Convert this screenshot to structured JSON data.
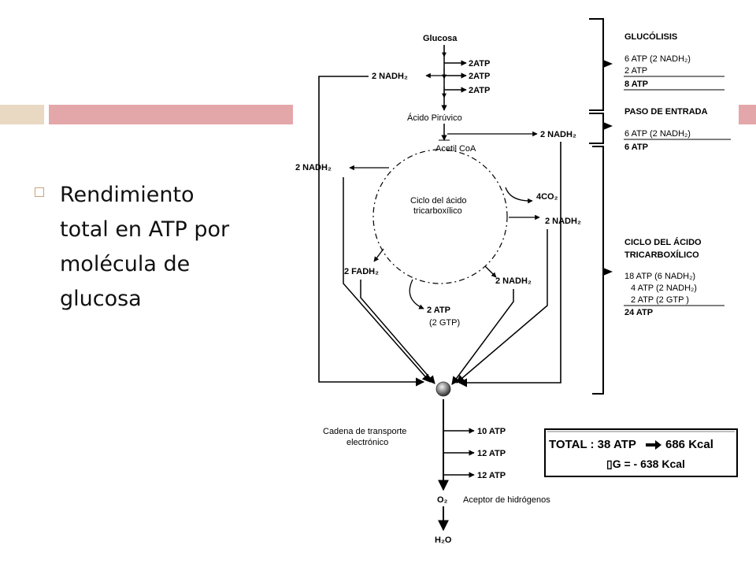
{
  "slide": {
    "lines": [
      "Rendimiento",
      "total en ATP por",
      "molécula de",
      "glucosa"
    ]
  },
  "colors": {
    "band_beige": "#e9d9c3",
    "band_rose": "#e4a7a9",
    "bullet": "#c9a27a"
  },
  "diagram": {
    "glucosa": "Glucosa",
    "atp_2_a": "2ATP",
    "atp_2_b": "2ATP",
    "atp_2_c": "2ATP",
    "nadh_glyc": "2 NADH₂",
    "piruvico": "Ácido Pirúvico",
    "nadh_entry": "2 NADH₂",
    "acetil": "Acetil CoA",
    "nadh_left": "2 NADH₂",
    "ciclo_1": "Ciclo del ácido",
    "ciclo_2": "tricarboxílico",
    "co2": "4CO₂",
    "nadh_right": "2 NADH₂",
    "fadh": "2 FADH₂",
    "nadh_bottom": "2 NADH₂",
    "atp_gtp": "2 ATP",
    "gtp": "(2 GTP)",
    "cadena_1": "Cadena de transporte",
    "cadena_2": "electrónico",
    "atp_10": "10  ATP",
    "atp_12_a": "12 ATP",
    "atp_12_b": "12 ATP",
    "o2": "O₂",
    "aceptor": "Aceptor de hidrógenos",
    "h2o": "H₂O"
  },
  "summary": {
    "glucolisis": {
      "title": "GLUCÓLISIS",
      "lines": [
        "6 ATP (2 NADH₂)",
        "2 ATP"
      ],
      "total": "8 ATP"
    },
    "entrada": {
      "title": "PASO DE ENTRADA",
      "lines": [
        "6 ATP (2 NADH₂)"
      ],
      "total": "6 ATP"
    },
    "ciclo": {
      "title_1": "CICLO  DEL  ÁCIDO",
      "title_2": "TRICARBOXÍLICO",
      "lines": [
        "18 ATP (6 NADH₂)",
        "4 ATP (2 NADH₂)",
        "2 ATP (2 GTP )"
      ],
      "total": "24 ATP"
    }
  },
  "total_box": {
    "line_1_left": "TOTAL  : 38 ATP",
    "line_1_right": "686 Kcal",
    "line_2": "▯G =  - 638 Kcal"
  }
}
